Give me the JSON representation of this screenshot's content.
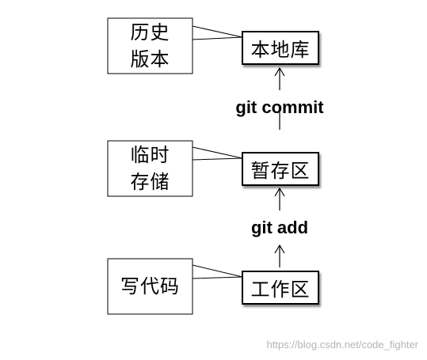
{
  "stages": [
    {
      "id": "repo",
      "label": "本地库",
      "note_lines": [
        "历史",
        "版本"
      ]
    },
    {
      "id": "staging",
      "label": "暂存区",
      "note_lines": [
        "临时",
        "存储"
      ]
    },
    {
      "id": "work",
      "label": "工作区",
      "note_lines": [
        "写代码"
      ]
    }
  ],
  "commands": {
    "add": "git add",
    "commit": "git commit"
  },
  "watermark": "https://blog.csdn.net/code_fighter"
}
